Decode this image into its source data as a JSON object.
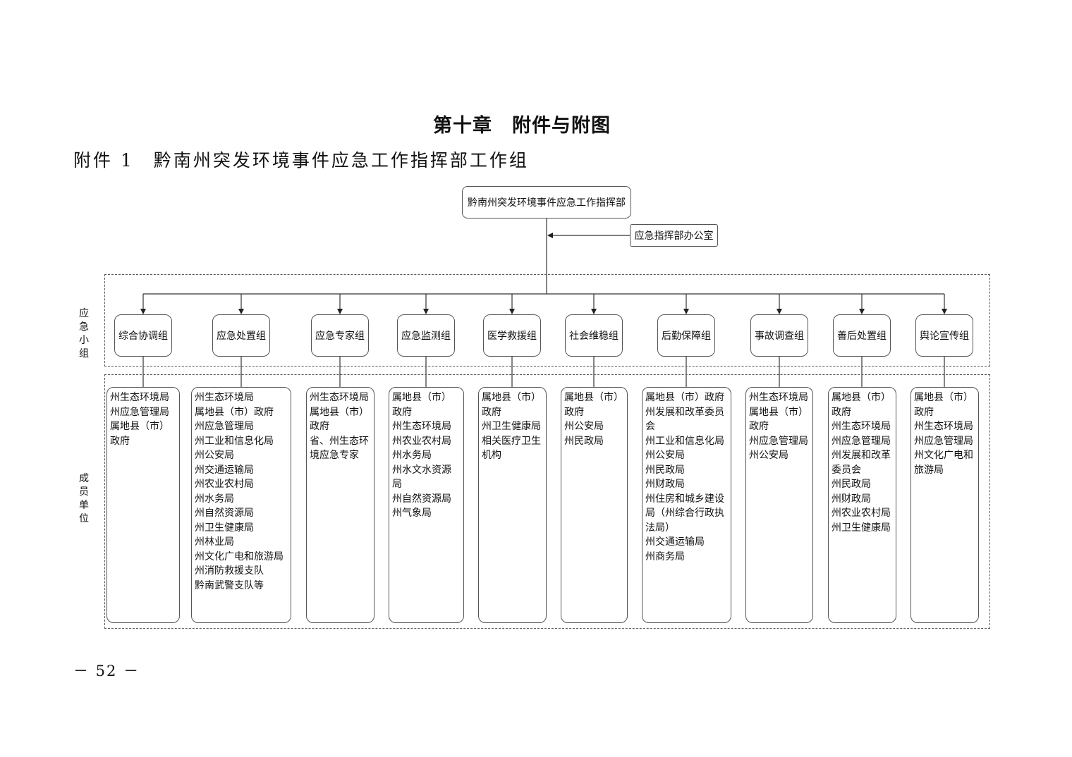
{
  "header": {
    "chapter_title": "第十章　附件与附图",
    "annex_title": "附件 1　黔南州突发环境事件应急工作指挥部工作组"
  },
  "diagram": {
    "headquarters": "黔南州突发环境事件应急工作指挥部",
    "office": "应急指挥部办公室",
    "section_labels": {
      "groups": "应急小组",
      "members": "成员单位"
    },
    "groups": [
      {
        "name": "综合协调组",
        "members": [
          "州生态环境局",
          "州应急管理局",
          "属地县（市）政府"
        ]
      },
      {
        "name": "应急处置组",
        "members": [
          "州生态环境局",
          "属地县（市）政府",
          "州应急管理局",
          "州工业和信息化局",
          "州公安局",
          "州交通运输局",
          "州农业农村局",
          "州水务局",
          "州自然资源局",
          "州卫生健康局",
          "州林业局",
          "州文化广电和旅游局",
          "州消防救援支队",
          "黔南武警支队等"
        ]
      },
      {
        "name": "应急专家组",
        "members": [
          "州生态环境局",
          "属地县（市）政府",
          "省、州生态环境应急专家"
        ]
      },
      {
        "name": "应急监测组",
        "members": [
          "属地县（市）政府",
          "州生态环境局",
          "州农业农村局",
          "州水务局",
          "州水文水资源局",
          "州自然资源局",
          "州气象局"
        ]
      },
      {
        "name": "医学救援组",
        "members": [
          "属地县（市）政府",
          "州卫生健康局",
          "相关医疗卫生机构"
        ]
      },
      {
        "name": "社会维稳组",
        "members": [
          "属地县（市）政府",
          "州公安局",
          "州民政局"
        ]
      },
      {
        "name": "后勤保障组",
        "members": [
          "属地县（市）政府",
          "州发展和改革委员会",
          "州工业和信息化局",
          "州公安局",
          "州民政局",
          "州财政局",
          "州住房和城乡建设局（州综合行政执法局）",
          "州交通运输局",
          "州商务局"
        ]
      },
      {
        "name": "事故调查组",
        "members": [
          "州生态环境局",
          "属地县（市）政府",
          "州应急管理局",
          "州公安局"
        ]
      },
      {
        "name": "善后处置组",
        "members": [
          "属地县（市）政府",
          "州生态环境局",
          "州应急管理局",
          "州发展和改革委员会",
          "州民政局",
          "州财政局",
          "州农业农村局",
          "州卫生健康局"
        ]
      },
      {
        "name": "舆论宣传组",
        "members": [
          "属地县（市）政府",
          "州生态环境局",
          "州应急管理局",
          "州文化广电和旅游局"
        ]
      }
    ]
  },
  "footer": {
    "page_number": "－ 52 －"
  }
}
